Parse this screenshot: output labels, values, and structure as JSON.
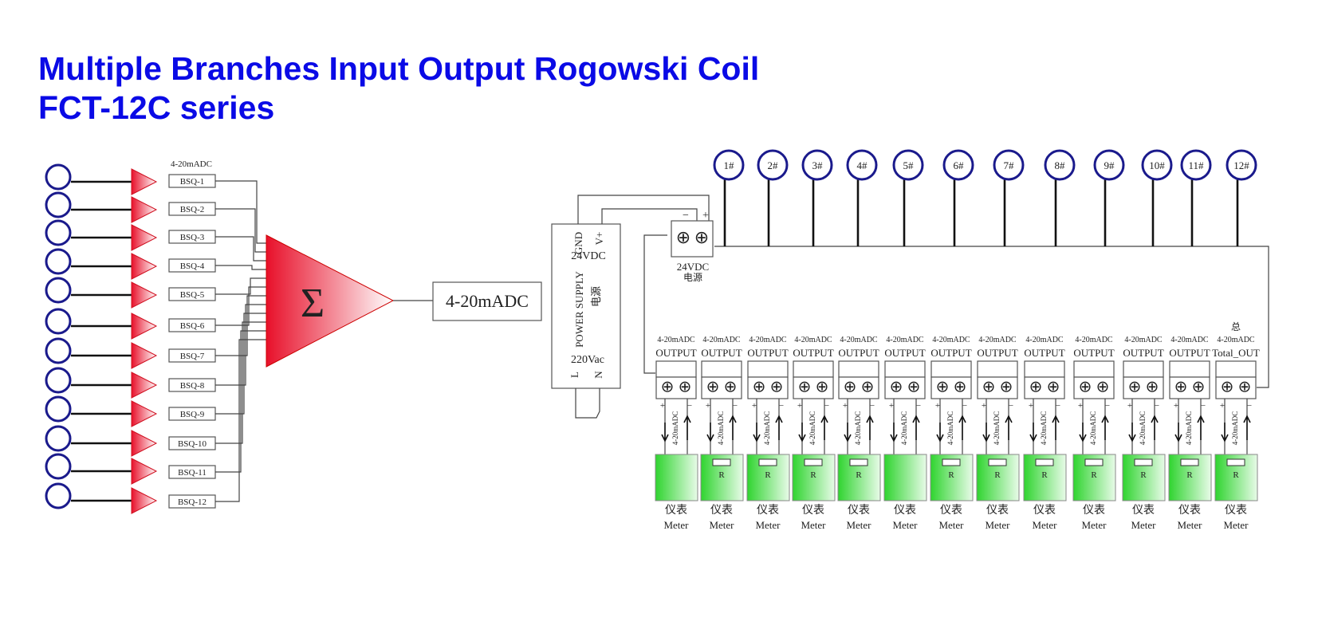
{
  "title": {
    "line1": "Multiple Branches Input Output Rogowski Coil",
    "line2": "FCT-12C series"
  },
  "colors": {
    "title": "#0a0ae6",
    "coil_ring": "#1a1a8c",
    "amplifier_red": "#e8102a",
    "meter_green": "#2fd42f"
  },
  "left": {
    "top_label": "4-20mADC",
    "sensors": [
      "BSQ-1",
      "BSQ-2",
      "BSQ-3",
      "BSQ-4",
      "BSQ-5",
      "BSQ-6",
      "BSQ-7",
      "BSQ-8",
      "BSQ-9",
      "BSQ-10",
      "BSQ-11",
      "BSQ-12"
    ],
    "sum_symbol": "Σ",
    "output_label": "4-20mADC"
  },
  "power_supply": {
    "gnd": "GND",
    "vplus": "V+",
    "voltage": "24VDC",
    "name": "POWER SUPPLY",
    "name_cn": "电源",
    "ac": "220Vac",
    "l": "L",
    "n": "N"
  },
  "terminal": {
    "minus": "−",
    "plus": "+",
    "screw": "⊕",
    "label": "24VDC",
    "label_cn": "电源"
  },
  "coils": [
    "1#",
    "2#",
    "3#",
    "4#",
    "5#",
    "6#",
    "7#",
    "8#",
    "9#",
    "10#",
    "11#",
    "12#"
  ],
  "outputs": {
    "current": "4-20mADC",
    "output": "OUTPUT",
    "total_cn": "总",
    "total": "Total_OUT",
    "vertical": "4-20mADC",
    "resistor": "R",
    "meter_cn": "仪表",
    "meter": "Meter",
    "plus": "+",
    "minus": "−"
  }
}
